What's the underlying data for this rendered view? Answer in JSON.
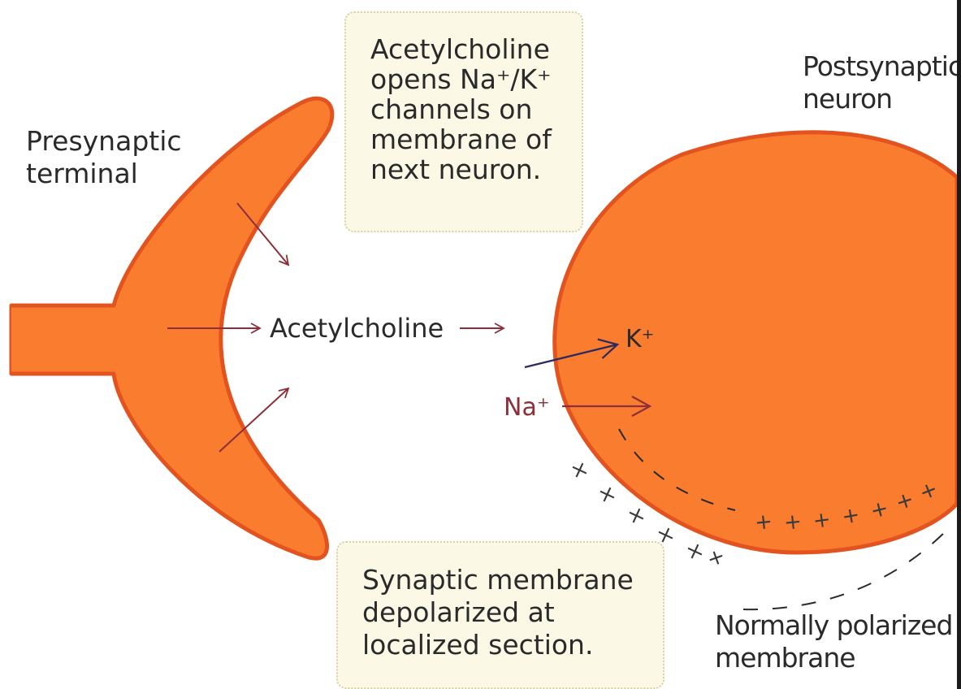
{
  "presynaptic_label": [
    "Presynaptic",
    "terminal"
  ],
  "postsynaptic_label": [
    "Postsynaptic",
    "neuron"
  ],
  "callout_top": [
    "Acetylcholine",
    "opens Na⁺/K⁺",
    "channels on",
    "membrane of",
    "next neuron."
  ],
  "callout_bottom": [
    "Synaptic membrane",
    "depolarized at",
    "localized section."
  ],
  "polarized_label": [
    "Normally polarized",
    "membrane"
  ],
  "acetylcholine_label": "Acetylcholine",
  "potassium_label": "K⁺",
  "sodium_label": "Na⁺",
  "colors": {
    "neuron_fill": "#f97c2f",
    "neuron_outline": "#e2531f",
    "arrow": "#8c2f3a",
    "ion_arrow": "#2b2b5e",
    "callout_bg": "#fbf8e6"
  }
}
